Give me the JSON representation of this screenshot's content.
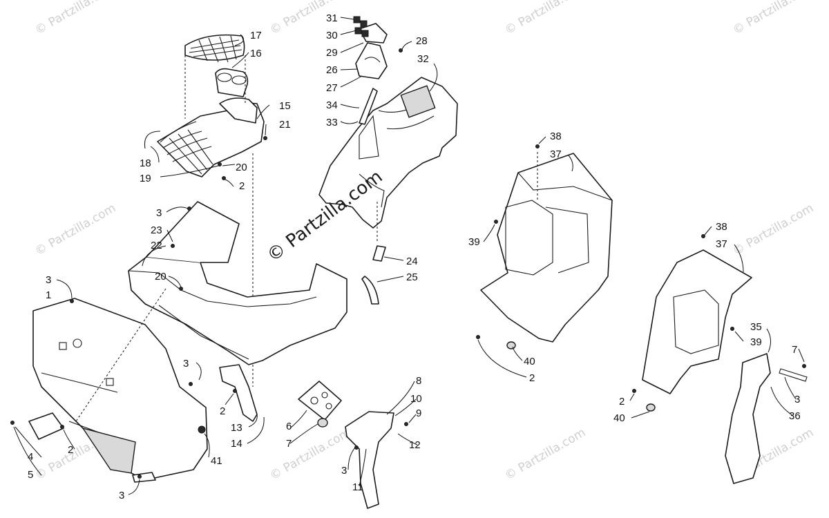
{
  "watermark": {
    "small": "© Partzilla.com",
    "center": "© Partzilla.com"
  },
  "callouts": [
    "1",
    "2",
    "3",
    "4",
    "5",
    "6",
    "7",
    "8",
    "9",
    "10",
    "11",
    "12",
    "13",
    "14",
    "15",
    "16",
    "17",
    "18",
    "19",
    "20",
    "21",
    "22",
    "23",
    "24",
    "25",
    "26",
    "27",
    "28",
    "29",
    "30",
    "31",
    "32",
    "33",
    "34",
    "35",
    "36",
    "37",
    "38",
    "39",
    "40",
    "41"
  ],
  "colors": {
    "line": "#1a1a1a",
    "fill": "#ffffff",
    "watermark": "#cfcfcf"
  }
}
